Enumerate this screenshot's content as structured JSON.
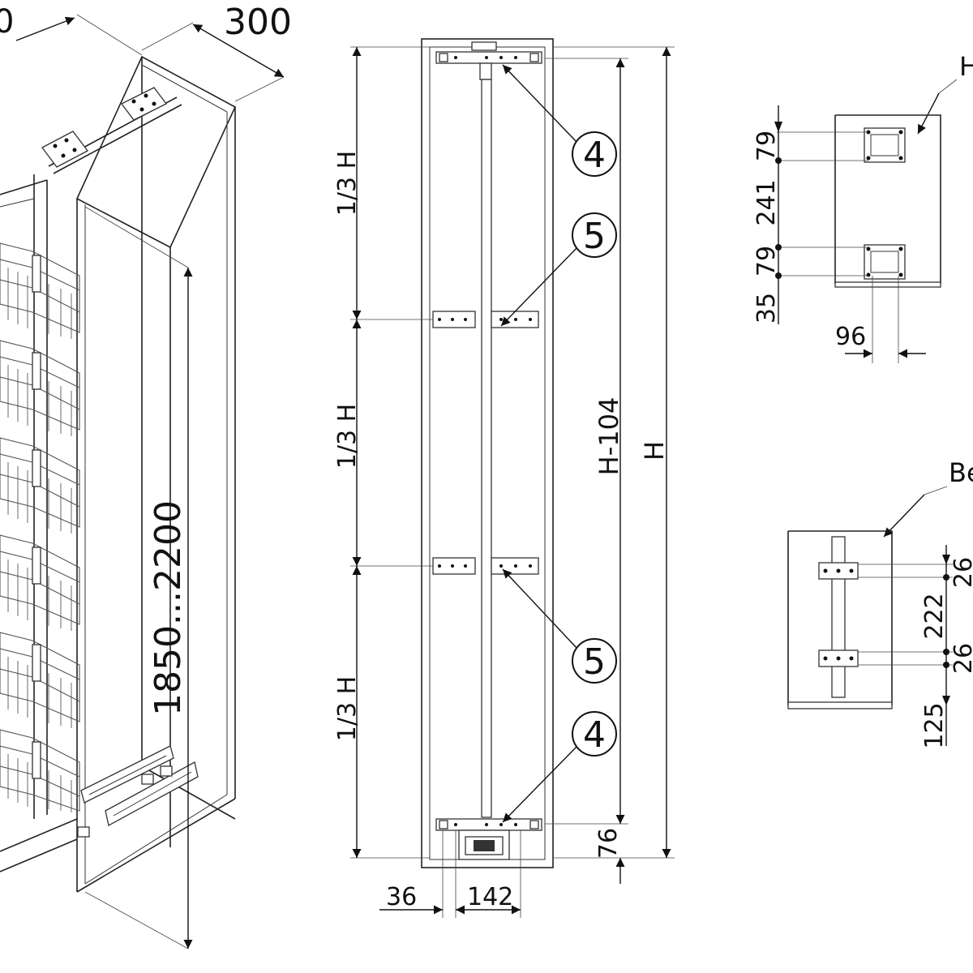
{
  "iso_view": {
    "dim_top_left": "0",
    "dim_depth": "300",
    "dim_height_range": "1850...2200"
  },
  "front_view": {
    "third_labels": [
      "1/3 H",
      "1/3 H",
      "1/3 H"
    ],
    "dim_h_minus": "H-104",
    "dim_h": "H",
    "dim_bottom": "76",
    "dim_left_offset": "36",
    "dim_center_width": "142",
    "callouts": [
      "4",
      "5",
      "5",
      "4"
    ]
  },
  "top_detail": {
    "title_fragment": "H",
    "dims_vertical": [
      "79",
      "241",
      "79",
      "35"
    ],
    "dim_horizontal": "96"
  },
  "bottom_detail": {
    "title_fragment": "Be",
    "dims_vertical": [
      "26",
      "222",
      "26",
      "125"
    ]
  }
}
